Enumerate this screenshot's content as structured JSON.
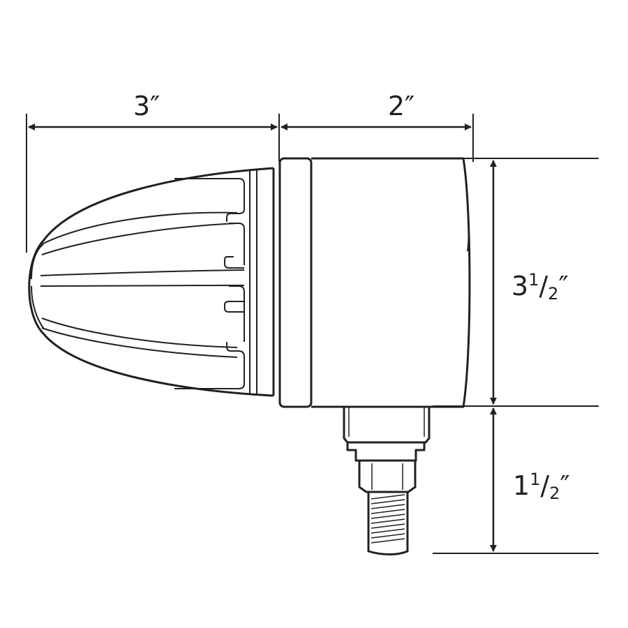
{
  "dimensions": {
    "lens_length": "3″",
    "housing_width": "2″",
    "housing_height": {
      "whole": "3",
      "num": "1",
      "den": "2",
      "unit": "″"
    },
    "stud_length": {
      "whole": "1",
      "num": "1",
      "den": "2",
      "unit": "″"
    }
  },
  "colors": {
    "ink": "#231f20",
    "background": "#ffffff"
  }
}
